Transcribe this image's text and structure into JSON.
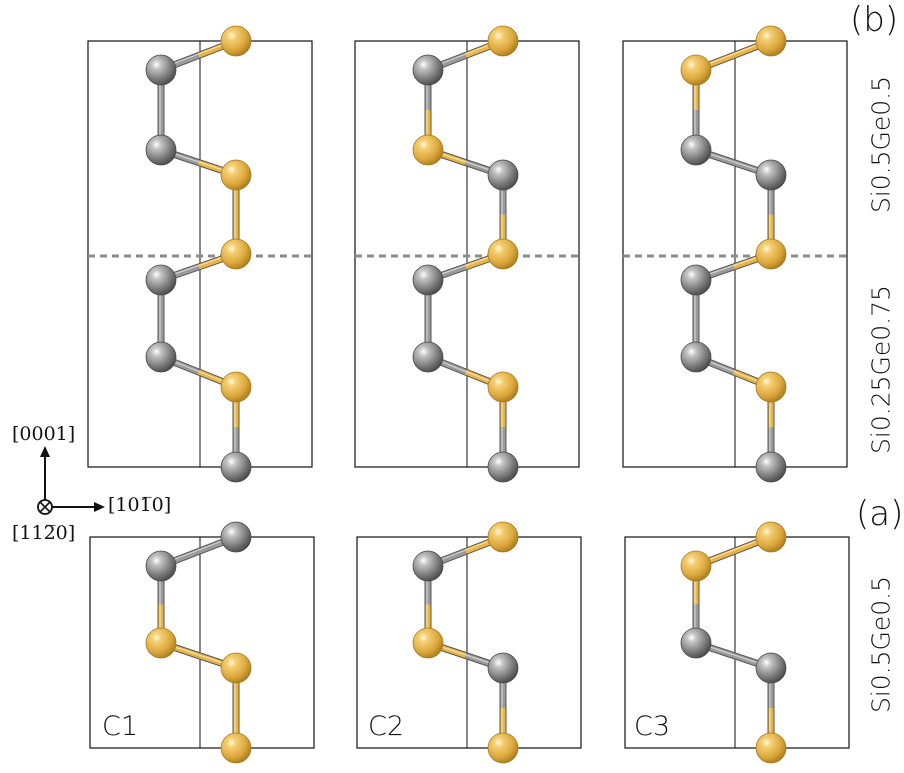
{
  "panel_labels": {
    "top": "(b)",
    "bottom": "(a)"
  },
  "composition_labels": {
    "top_upper": "Si0.5Ge0.5",
    "top_lower": "Si0.25Ge0.75",
    "bottom": "Si0.5Ge0.5"
  },
  "config_labels": [
    "C1",
    "C2",
    "C3"
  ],
  "axes": {
    "vertical": "[0001]",
    "horizontal": "[101̅0]",
    "out_of_plane": "[112̅0]"
  },
  "colors": {
    "si_atom": "#8a8a8a",
    "ge_atom": "#e8b545",
    "cell_line": "#111111",
    "interface_dash": "#8c8c8c",
    "si_bond": "#9a9a9a",
    "ge_bond": "#e8b545"
  },
  "structures": {
    "top": [
      [
        "Ge",
        "Si",
        "Si",
        "Ge",
        "Ge",
        "Si",
        "Si",
        "Ge",
        "Si"
      ],
      [
        "Ge",
        "Si",
        "Ge",
        "Si",
        "Ge",
        "Si",
        "Si",
        "Ge",
        "Si"
      ],
      [
        "Ge",
        "Ge",
        "Si",
        "Si",
        "Ge",
        "Si",
        "Si",
        "Ge",
        "Si"
      ]
    ],
    "bottom": [
      [
        "Si",
        "Si",
        "Ge",
        "Ge",
        "Ge"
      ],
      [
        "Ge",
        "Si",
        "Ge",
        "Si",
        "Ge"
      ],
      [
        "Ge",
        "Ge",
        "Si",
        "Si",
        "Ge"
      ]
    ]
  }
}
